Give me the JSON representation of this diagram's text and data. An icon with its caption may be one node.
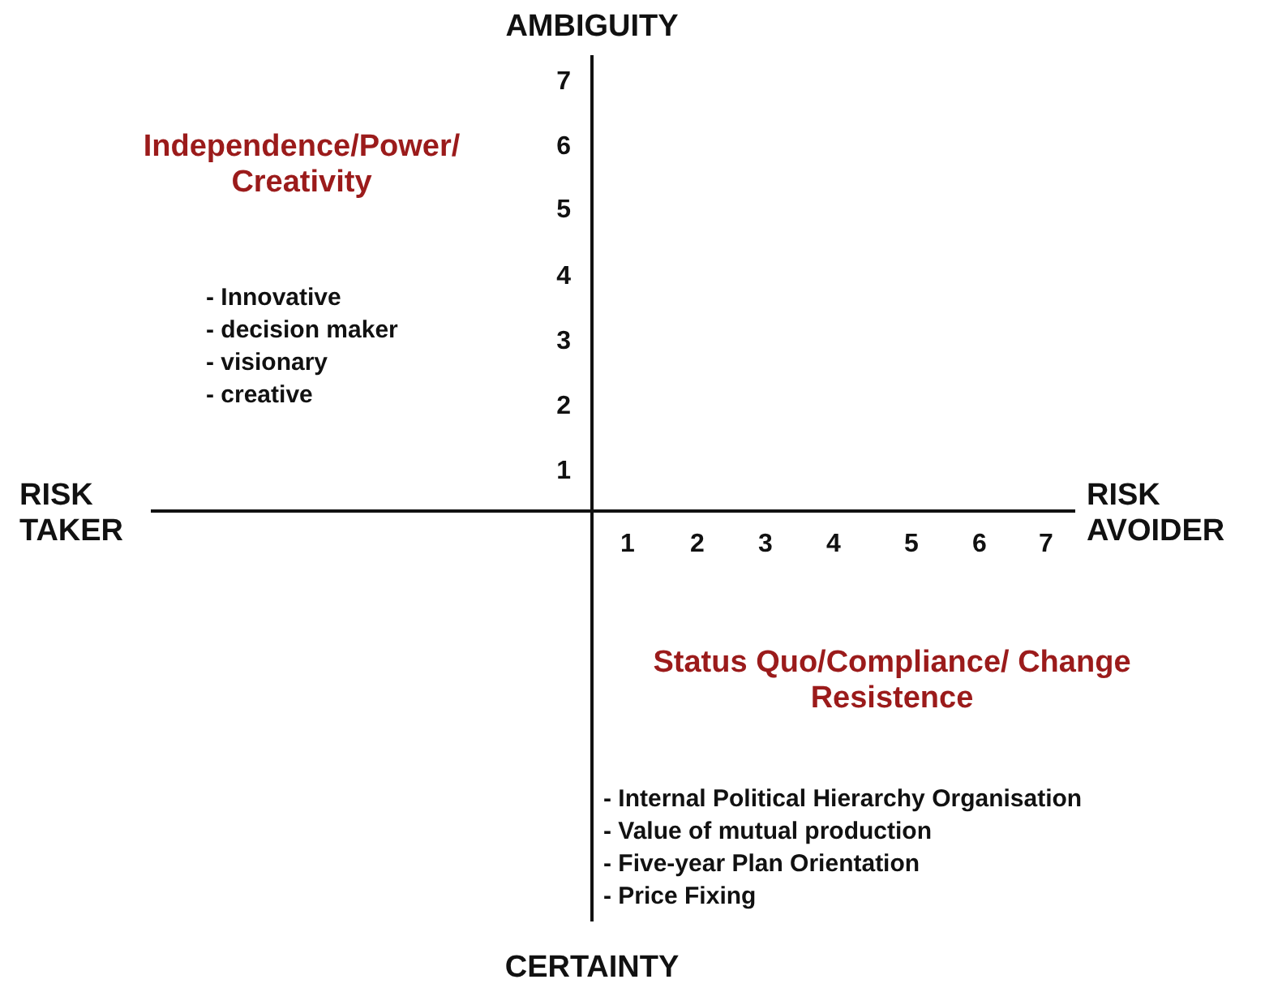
{
  "diagram": {
    "labels": [
      "AMBIGUITY",
      "Independence/Power/ Creativity",
      "7",
      "6",
      "5",
      "4",
      "3",
      "2",
      "1",
      "- Innovative",
      "- decision maker",
      "- visionary",
      "- creative",
      "RISK TAKER",
      "RISK AVOIDER",
      "1",
      "2",
      "3",
      "4",
      "5",
      "6",
      "7",
      "Status Quo/Compliance/ Change Resistence",
      "- Internal Political Hierarchy Organisation",
      "- Value of mutual production",
      "- Five-year Plan Orientation",
      "- Price Fixing",
      "CERTAINTY"
    ]
  }
}
